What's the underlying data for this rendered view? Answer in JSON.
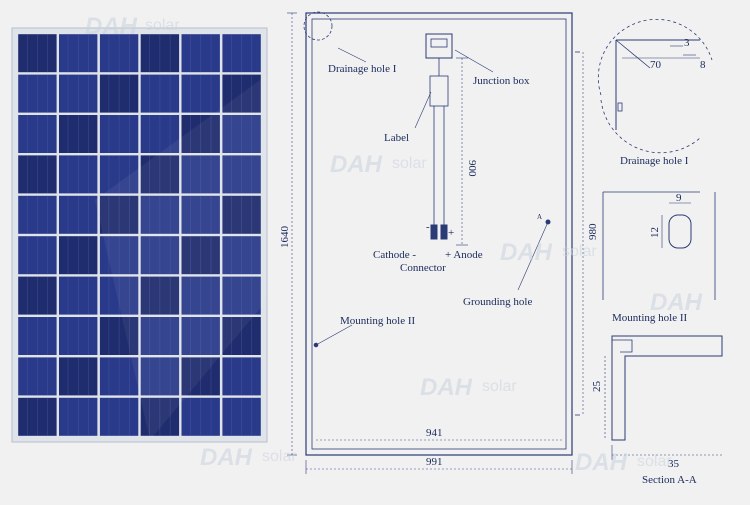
{
  "watermark": {
    "brand": "DAH",
    "suffix": "solar"
  },
  "panel": {
    "grid_cols": 6,
    "grid_rows": 10,
    "cell_cols_per_block": 4,
    "cell_rows_per_block": 4,
    "colors": {
      "frame": "#d8dde6",
      "cell": "#2a3a8a",
      "cell_dark": "#1f2c6e",
      "gap": "#e4e8ef"
    }
  },
  "drawing": {
    "labels": {
      "drainage_hole_1": "Drainage hole I",
      "junction_box": "Junction box",
      "label": "Label",
      "cathode": "Cathode -",
      "anode": "+ Anode",
      "connector": "Connector",
      "grounding_hole": "Grounding hole",
      "mounting_hole_2": "Mounting hole II",
      "minus_sign": "-",
      "plus_sign": "+",
      "section_marker": "A"
    },
    "dims": {
      "height": "1640",
      "width": "991",
      "inner_width": "941",
      "cable": "900",
      "mount_spacing": "980"
    }
  },
  "details": {
    "drainage": {
      "title": "Drainage hole I",
      "d_70": "70",
      "d_8": "8",
      "d_3": "3"
    },
    "mounting": {
      "title": "Mounting hole II",
      "d_9": "9",
      "d_12": "12"
    },
    "section": {
      "title": "Section A-A",
      "d_35": "35",
      "d_25": "25"
    }
  },
  "colors": {
    "line": "#2a3b75",
    "dim": "#3a4a8a",
    "dashed": "#7a86aa"
  }
}
